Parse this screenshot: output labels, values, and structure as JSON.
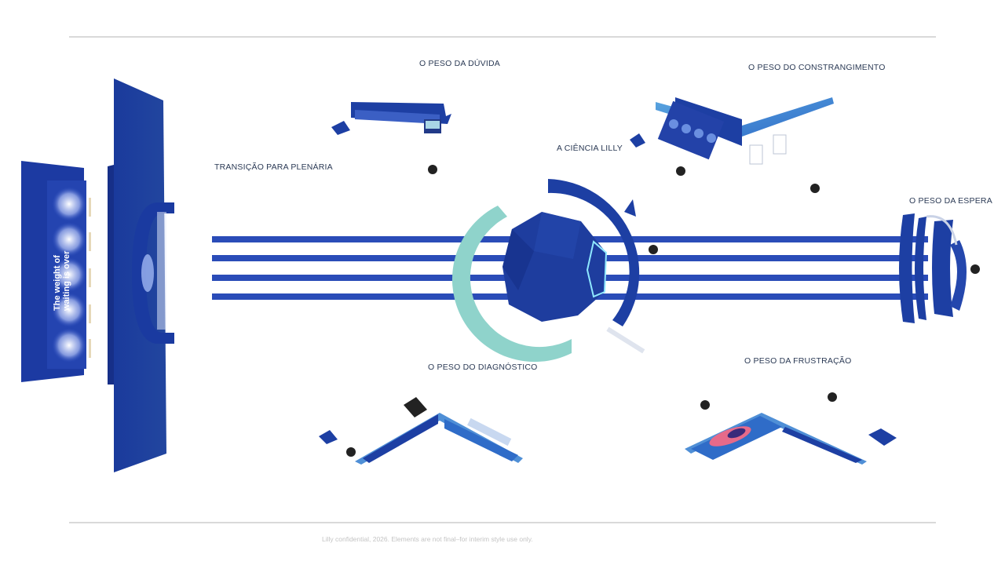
{
  "zones": {
    "duvida": "O PESO DA DÚVIDA",
    "constrangimento": "O PESO DO CONSTRANGIMENTO",
    "transicao": "TRANSIÇÃO PARA PLENÁRIA",
    "ciencia": "A CIÊNCIA LILLY",
    "espera": "O PESO DA ESPERA",
    "diagnostico": "O PESO DO DIAGNÓSTICO",
    "frustracao": "O PESO DA FRUSTRAÇÃO"
  },
  "wall": {
    "line1": "The weight of",
    "line2": "waiting is over"
  },
  "footer": "Lilly confidential, 2026. Elements are not final–for interim style use only.",
  "colors": {
    "brand_blue": "#1d3fa3",
    "dark_blue": "#142d86",
    "teal": "#8fd3cb",
    "light_blue": "#4f8fd6"
  }
}
